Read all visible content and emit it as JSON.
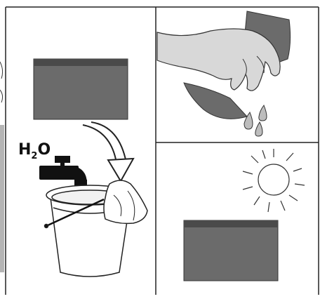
{
  "labels": {
    "h2o_main": "H",
    "h2o_sub": "2",
    "h2o_tail": "O"
  },
  "colors": {
    "filter_gray": "#6b6b6b",
    "filter_gray_dark": "#4a4a4a",
    "hand_gray": "#d8d8d8",
    "faucet": "#111111",
    "line": "#222222",
    "background": "#ffffff"
  },
  "icons": {
    "sun": "sun-icon",
    "drops": "water-drops-icon",
    "arrow": "curved-arrow-icon",
    "faucet": "faucet-icon",
    "bucket": "bucket-icon",
    "cloth": "cloth-icon",
    "hand": "hand-icon"
  }
}
